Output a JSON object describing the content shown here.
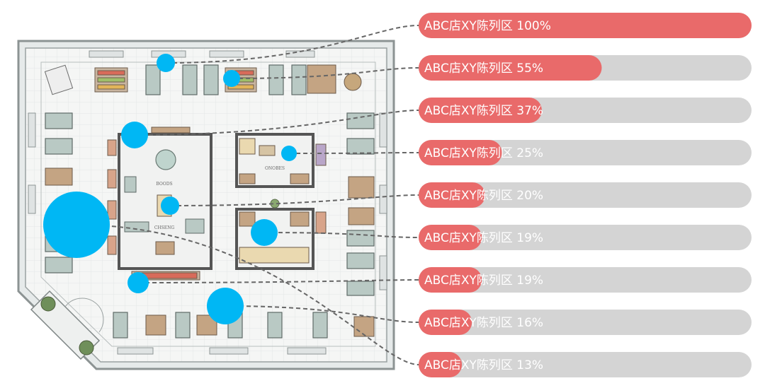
{
  "colors": {
    "accent": "#e96a6a",
    "track": "#d4d4d4",
    "bubble": "#00b7f4",
    "connector": "#666666"
  },
  "floor_plan": {
    "room_labels": [
      "BOODS",
      "CHSENG",
      "ONOBES"
    ]
  },
  "chart_data": {
    "type": "bar",
    "orientation": "horizontal",
    "categories": [
      "ABC店XY陈列区",
      "ABC店XY陈列区",
      "ABC店XY陈列区",
      "ABC店XY陈列区",
      "ABC店XY陈列区",
      "ABC店XY陈列区",
      "ABC店XY陈列区",
      "ABC店XY陈列区",
      "ABC店XY陈列区"
    ],
    "values": [
      100,
      55,
      37,
      25,
      20,
      19,
      19,
      16,
      13
    ],
    "value_labels": [
      "100%",
      "55%",
      "37%",
      "25%",
      "20%",
      "19%",
      "19%",
      "16%",
      "13%"
    ],
    "xlim": [
      0,
      100
    ],
    "unit": "%",
    "marker": "bubble",
    "grid": false,
    "legend": "none"
  }
}
